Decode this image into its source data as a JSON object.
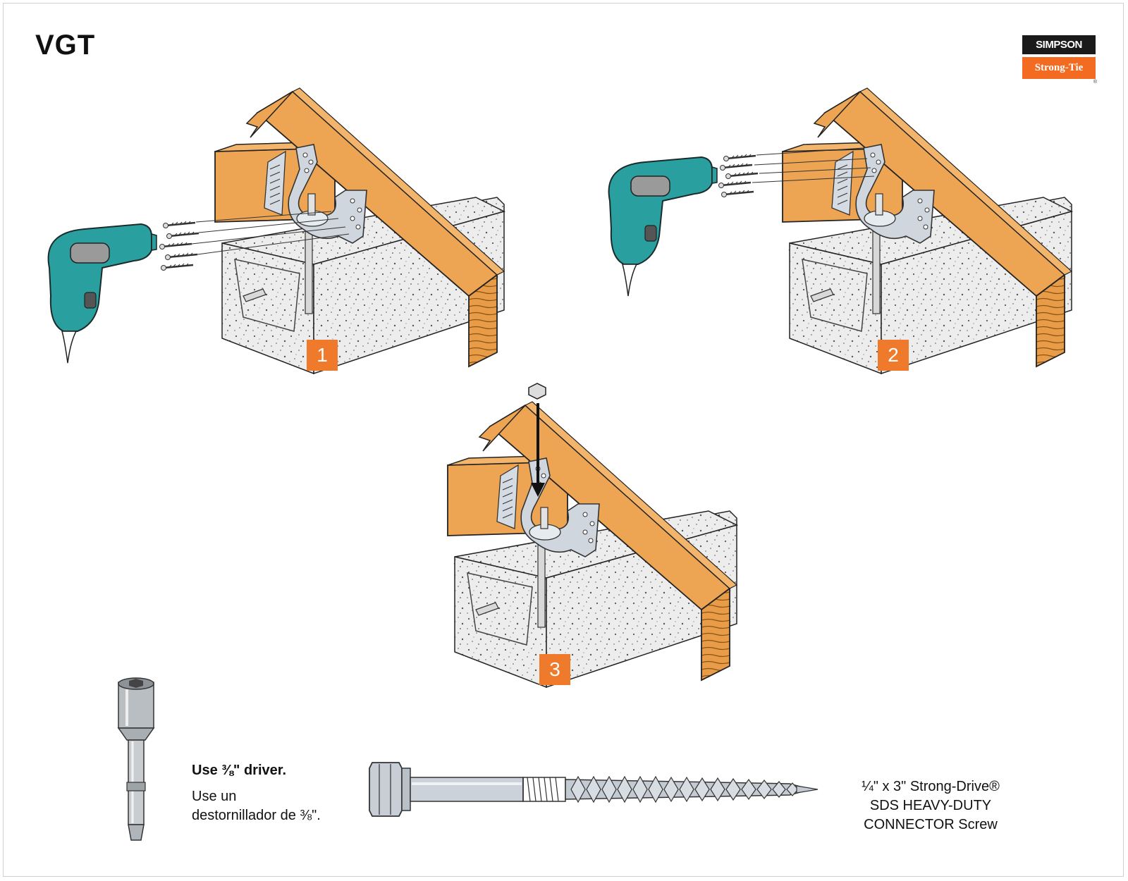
{
  "title": "VGT",
  "logo": {
    "top": "SIMPSON",
    "bottom": "Strong-Tie",
    "reg": "®"
  },
  "steps": [
    "1",
    "2",
    "3"
  ],
  "driver_caption": {
    "english": "Use ⅜\" driver.",
    "spanish_line1": "Use un",
    "spanish_line2": "destornillador de ⅜\"."
  },
  "screw_caption": {
    "line1": "¼\" x 3\" Strong-Drive®",
    "line2": "SDS HEAVY-DUTY",
    "line3": "CONNECTOR Screw"
  },
  "colors": {
    "lumber": "#eea553",
    "lumber_edge": "#222222",
    "concrete": "#ececec",
    "drill": "#2a9f9f",
    "step_badge": "#f07a2b",
    "metal": "#cfd6de",
    "logo_orange": "#f26b21"
  },
  "icons": [
    "drill-icon",
    "hex-nut-icon",
    "down-arrow-icon",
    "driver-bit-icon",
    "sds-screw-icon"
  ]
}
